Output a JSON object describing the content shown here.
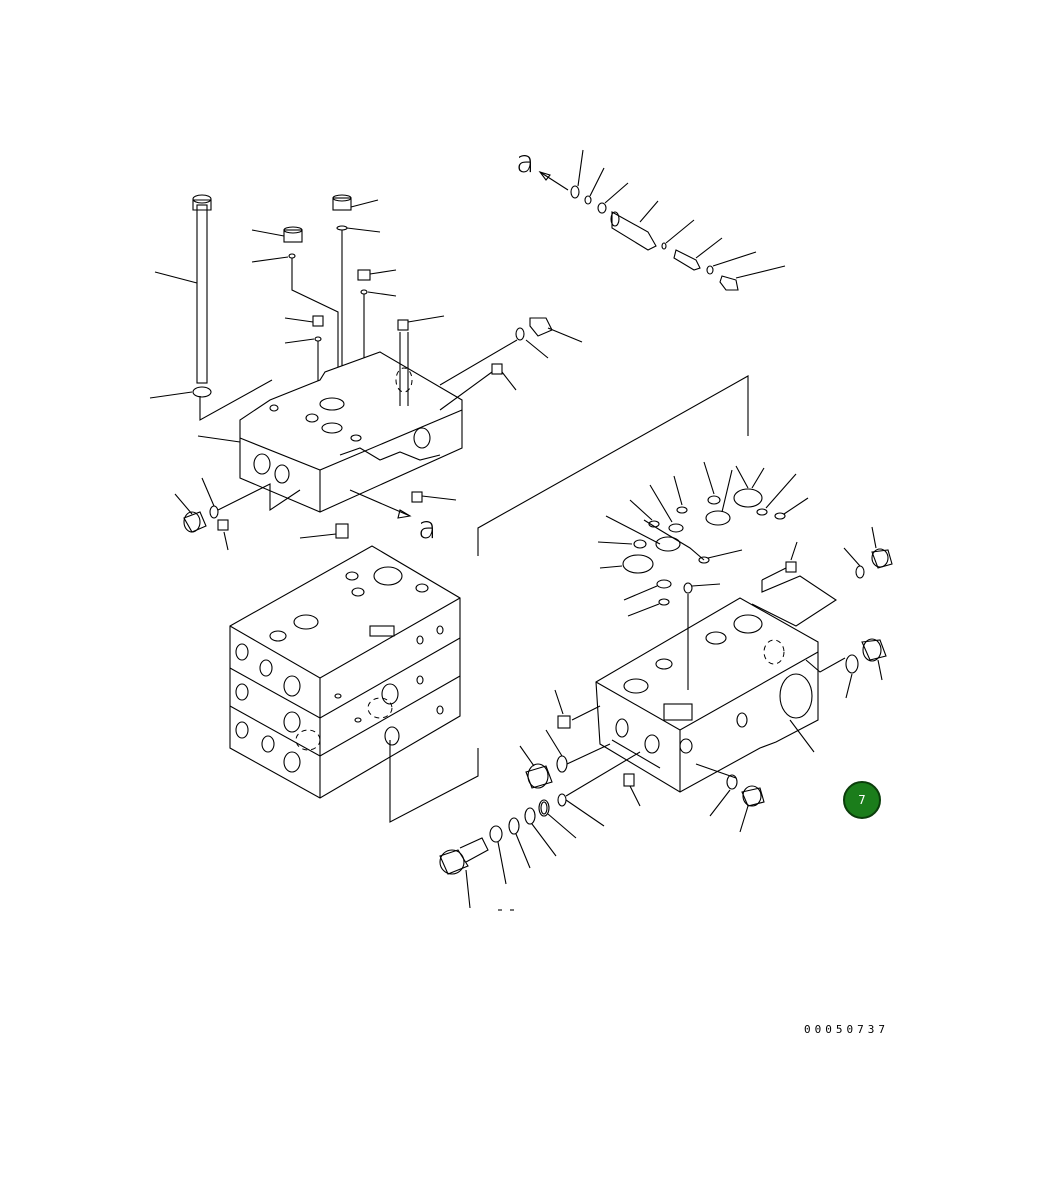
{
  "diagram": {
    "callout_top": "a",
    "callout_bottom": "a",
    "reference_number": "00050737",
    "page_badge": "7",
    "badge_color": "#1b7d1b"
  }
}
